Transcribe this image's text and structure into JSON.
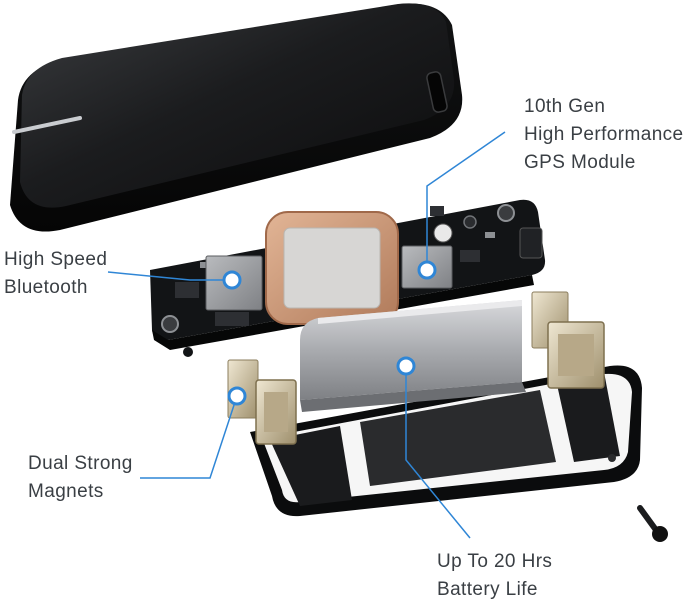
{
  "callouts": {
    "gps": {
      "line1": "10th Gen",
      "line2": "High Performance",
      "line3": "GPS Module"
    },
    "bluetooth": {
      "line1": "High Speed",
      "line2": "Bluetooth"
    },
    "magnets": {
      "line1": "Dual Strong",
      "line2": "Magnets"
    },
    "battery": {
      "line1": "Up To 20 Hrs",
      "line2": "Battery Life"
    }
  },
  "colors": {
    "accent": "#2f86d6",
    "pcb": "#121416",
    "antenna": "#c48e6c",
    "text": "#3a3f44"
  }
}
